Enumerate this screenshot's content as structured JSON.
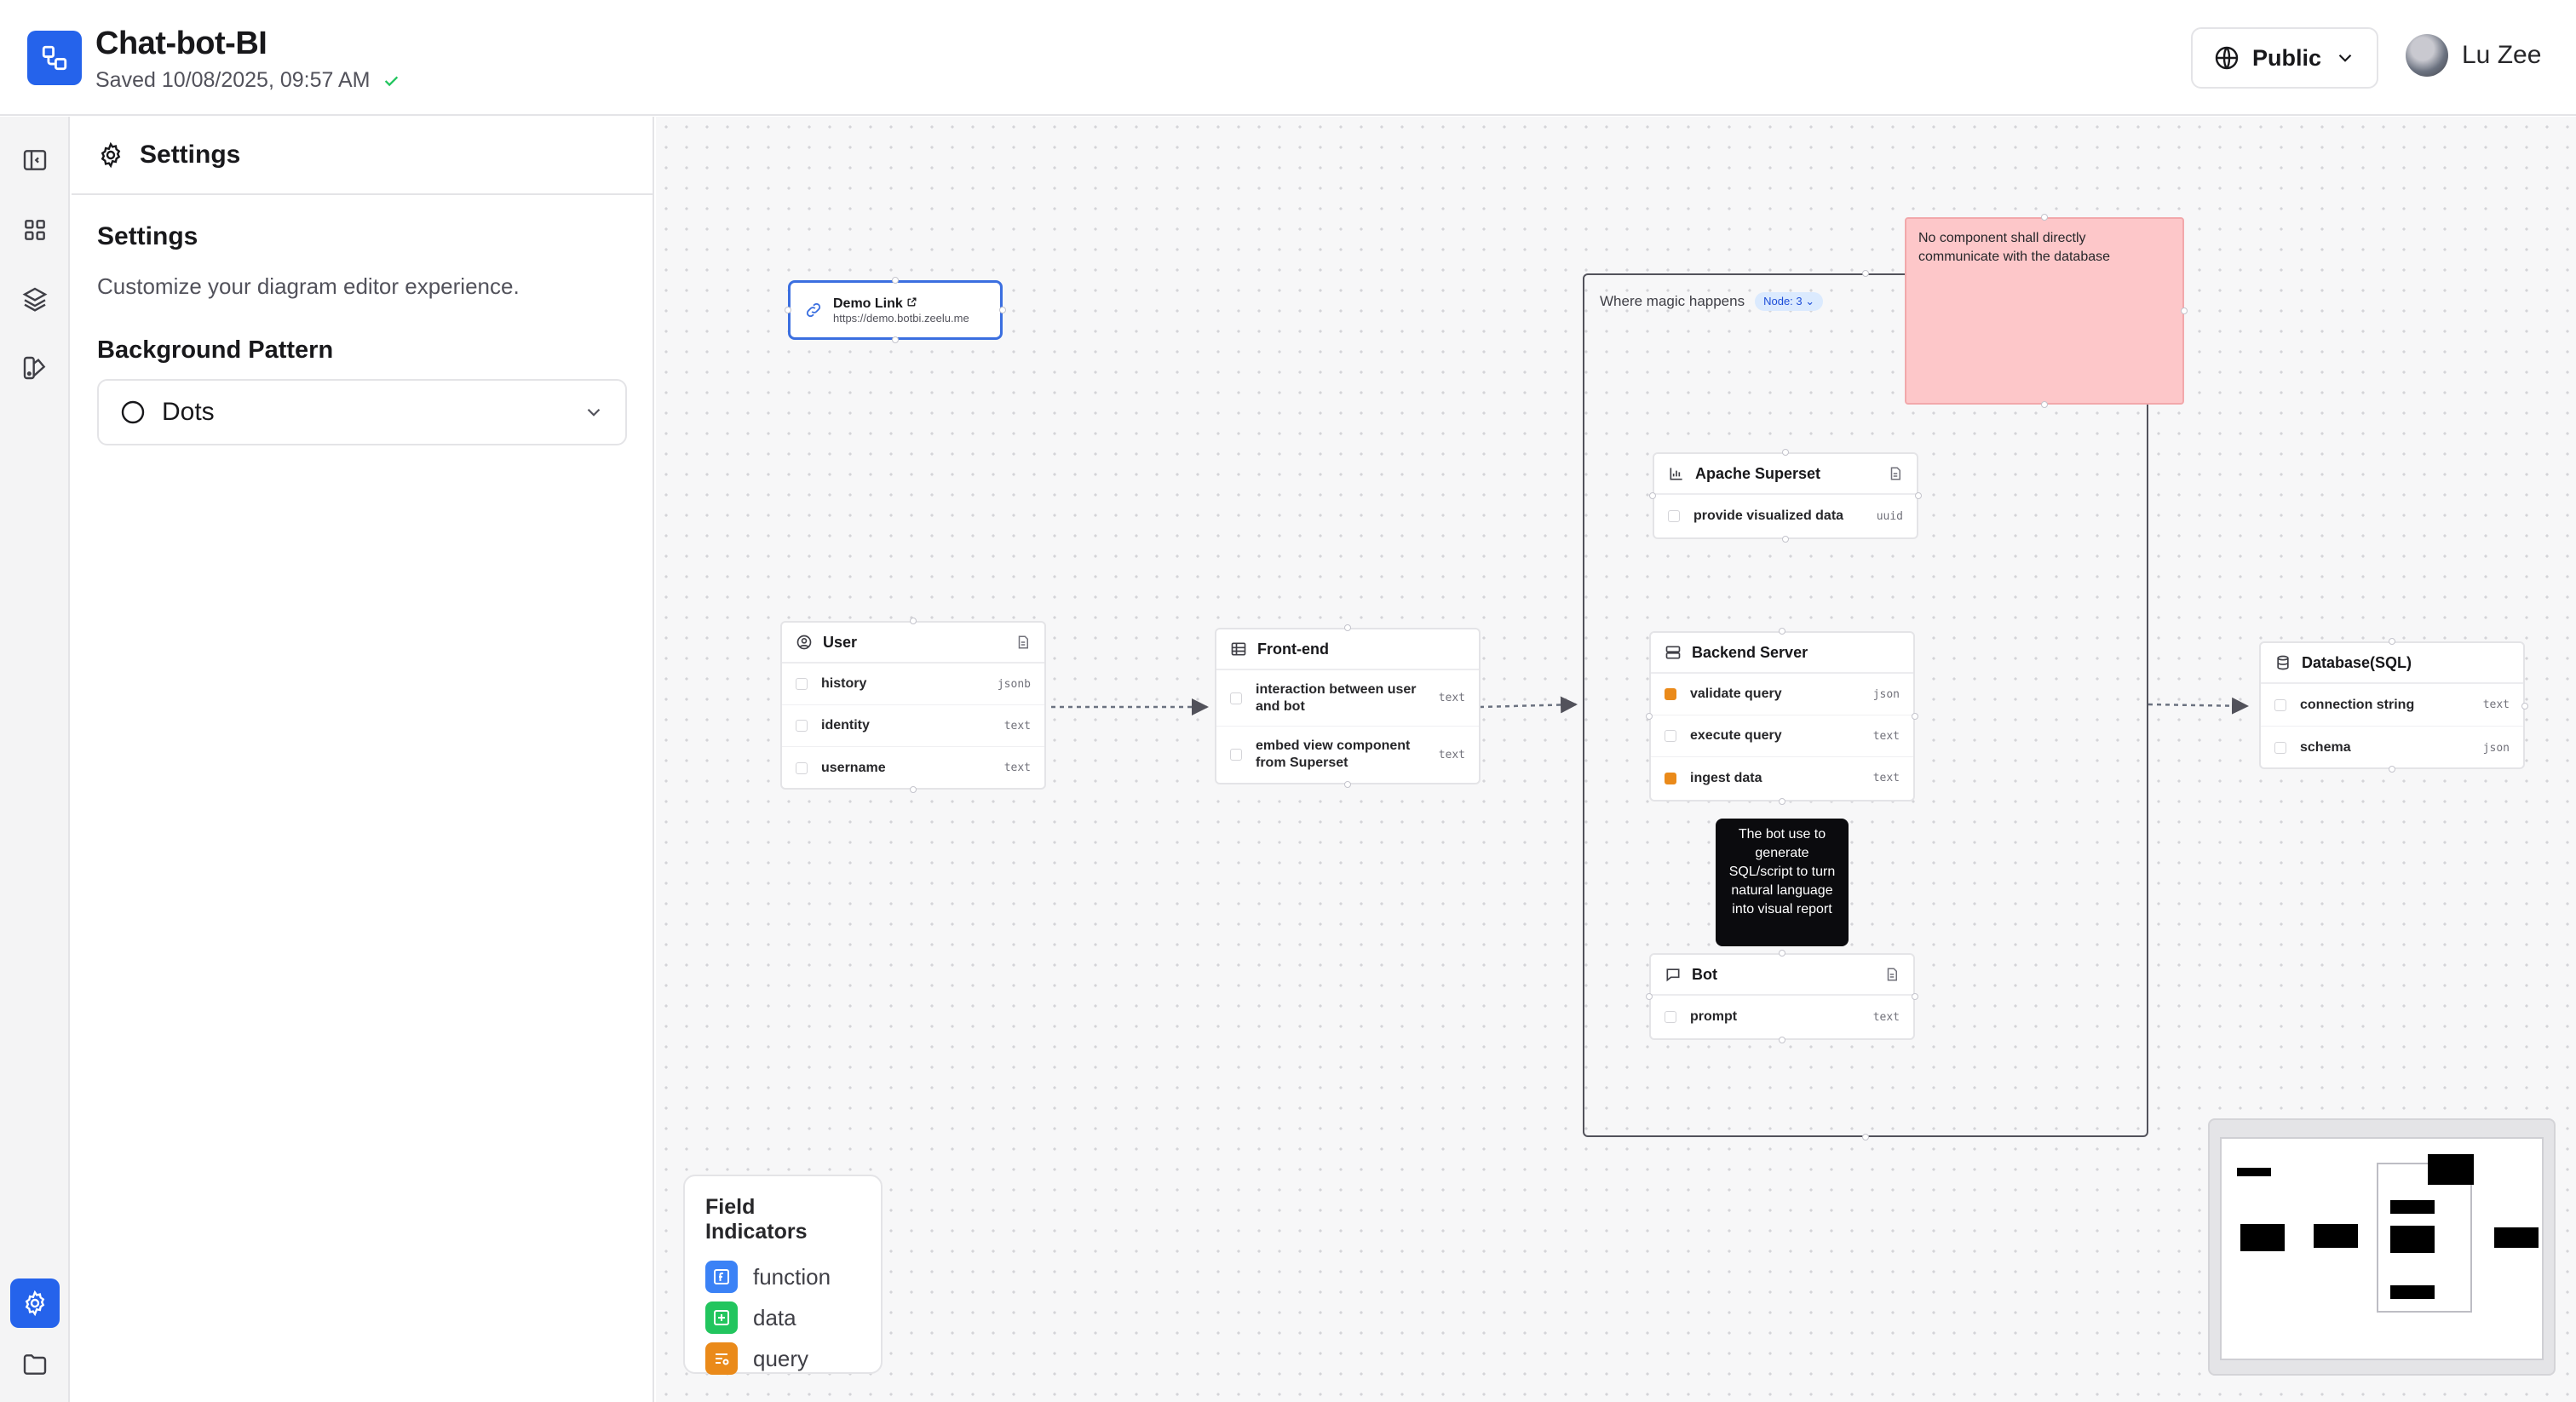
{
  "header": {
    "title": "Chat-bot-BI",
    "saved": "Saved 10/08/2025, 09:57 AM",
    "visibility_label": "Public",
    "user_name": "Lu Zee"
  },
  "rail": {
    "items": [
      "collapse-panel",
      "components",
      "layers",
      "theme",
      "settings",
      "files"
    ],
    "active": "settings"
  },
  "panel": {
    "header_title": "Settings",
    "section_title": "Settings",
    "description": "Customize your diagram editor experience.",
    "background_pattern_label": "Background Pattern",
    "background_pattern_value": "Dots"
  },
  "canvas": {
    "link_node": {
      "title": "Demo Link",
      "url": "https://demo.botbi.zeelu.me"
    },
    "group": {
      "title": "Where magic happens",
      "badge": "Node: 3"
    },
    "note": {
      "text": "No component shall directly communicate with the database"
    },
    "tooltip": {
      "text": "The bot use to generate SQL/script to turn natural language into visual report"
    },
    "nodes": {
      "user": {
        "title": "User",
        "fields": [
          {
            "name": "history",
            "type": "jsonb"
          },
          {
            "name": "identity",
            "type": "text"
          },
          {
            "name": "username",
            "type": "text"
          }
        ]
      },
      "frontend": {
        "title": "Front-end",
        "fields": [
          {
            "name": "interaction between user and bot",
            "type": "text"
          },
          {
            "name": "embed view component from Superset",
            "type": "text"
          }
        ]
      },
      "superset": {
        "title": "Apache Superset",
        "fields": [
          {
            "name": "provide visualized data",
            "type": "uuid"
          }
        ]
      },
      "backend": {
        "title": "Backend Server",
        "fields": [
          {
            "name": "validate query",
            "type": "json",
            "indicator": "query"
          },
          {
            "name": "execute query",
            "type": "text"
          },
          {
            "name": "ingest data",
            "type": "text",
            "indicator": "query"
          }
        ]
      },
      "bot": {
        "title": "Bot",
        "fields": [
          {
            "name": "prompt",
            "type": "text"
          }
        ]
      },
      "database": {
        "title": "Database(SQL)",
        "fields": [
          {
            "name": "connection string",
            "type": "text"
          },
          {
            "name": "schema",
            "type": "json"
          }
        ]
      }
    },
    "legend": {
      "title": "Field Indicators",
      "items": [
        {
          "label": "function",
          "color": "#3b82f6"
        },
        {
          "label": "data",
          "color": "#22c55e"
        },
        {
          "label": "query",
          "color": "#ea8a1a"
        }
      ]
    }
  },
  "colors": {
    "accent": "#2563eb",
    "note": "#fdc7c9",
    "saved_check": "#22c55e"
  }
}
